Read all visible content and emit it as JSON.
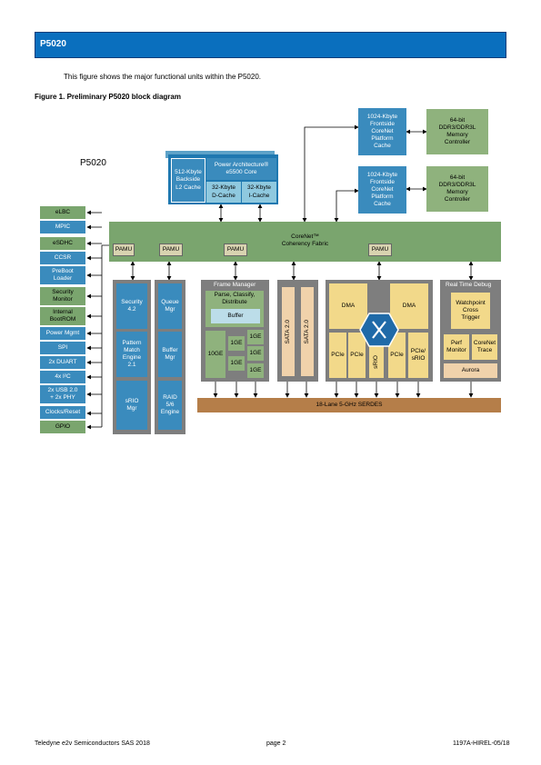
{
  "header": {
    "title": "P5020"
  },
  "intro": "This figure shows the major functional units within the P5020.",
  "figure_caption": "Figure 1. Preliminary P5020 block diagram",
  "diagram": {
    "chip_label": "P5020",
    "core": {
      "l2": "512-Kbyte\nBackside\nL2 Cache",
      "core": "Power Architecture®\ne5500 Core",
      "dcache": "32-Kbyte\nD-Cache",
      "icache": "32-Kbyte\nI-Cache"
    },
    "cache1": "1024-Kbyte\nFrontside\nCoreNet\nPlatform\nCache",
    "cache2": "1024-Kbyte\nFrontside\nCoreNet\nPlatform\nCache",
    "mem1": "64-bit\nDDR3/DDR3L\nMemory\nController",
    "mem2": "64-bit\nDDR3/DDR3L\nMemory\nController",
    "fabric": {
      "line1": "CoreNet™",
      "line2": "Coherency Fabric"
    },
    "pamu": [
      "PAMU",
      "PAMU",
      "PAMU",
      "PAMU"
    ],
    "left_items": [
      "eLBC",
      "MPIC",
      "eSDHC",
      "CCSR",
      "PreBoot\nLoader",
      "Security\nMonitor",
      "Internal\nBootROM",
      "Power Mgmt",
      "SPI",
      "2x DUART",
      "4x I²C",
      "2x USB 2.0\n+ 2x PHY",
      "Clocks/Reset",
      "GPIO"
    ],
    "sec_col": [
      "Security\n4.2",
      "Pattern\nMatch\nEngine\n2.1",
      "sRIO\nMgr"
    ],
    "queue_col": [
      "Queue\nMgr",
      "Buffer\nMgr",
      "RAID\n5/6\nEngine"
    ],
    "frame_manager": {
      "title": "Frame Manager",
      "parse": "Parse, Classify,\nDistribute",
      "buffer": "Buffer",
      "tenge": "10GE",
      "onege": [
        "1GE",
        "1GE",
        "1GE",
        "1GE",
        "1GE"
      ]
    },
    "sata": [
      "SATA 2.0",
      "SATA 2.0"
    ],
    "dma": [
      "DMA",
      "DMA"
    ],
    "pcie": [
      "PCIe",
      "PCIe",
      "sRIO",
      "PCIe",
      "PCIe/\nsRIO"
    ],
    "debug": {
      "title": "Real Time Debug",
      "watchpoint": "Watchpoint\nCross\nTrigger",
      "perf": "Perf\nMonitor",
      "trace": "CoreNet\nTrace",
      "aurora": "Aurora"
    },
    "serdes": "18-Lane 5-GHz SERDES"
  },
  "footer": {
    "left": "Teledyne e2v Semiconductors SAS 2018",
    "center": "page 2",
    "right": "1197A-HIREL-05/18"
  }
}
